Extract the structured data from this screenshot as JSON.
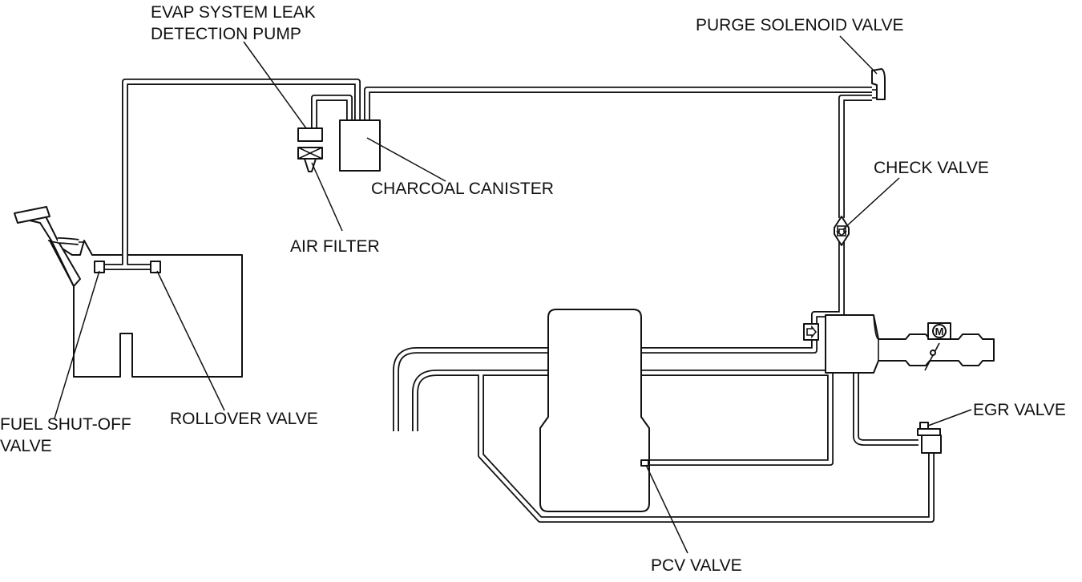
{
  "labels": {
    "evap_pump_line1": "EVAP SYSTEM LEAK",
    "evap_pump_line2": "DETECTION PUMP",
    "purge_solenoid": "PURGE SOLENOID VALVE",
    "check_valve": "CHECK VALVE",
    "charcoal_canister": "CHARCOAL CANISTER",
    "air_filter": "AIR FILTER",
    "fuel_shutoff_line1": "FUEL SHUT-OFF",
    "fuel_shutoff_line2": "VALVE",
    "rollover_valve": "ROLLOVER VALVE",
    "egr_valve": "EGR VALVE",
    "pcv_valve": "PCV VALVE",
    "motor_symbol": "M"
  },
  "colors": {
    "line": "#111111",
    "background": "#ffffff"
  }
}
